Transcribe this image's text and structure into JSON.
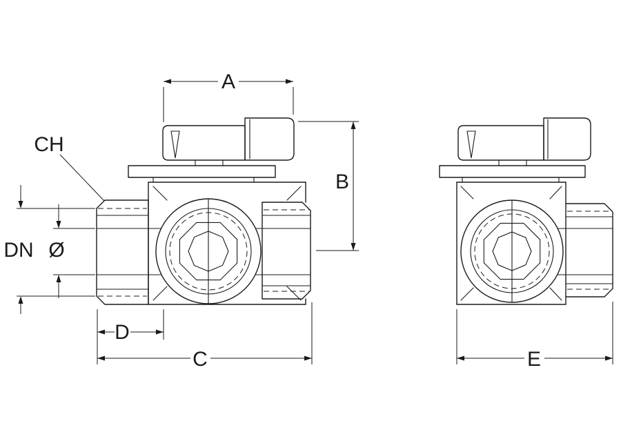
{
  "drawing": {
    "background": "#ffffff",
    "line_color": "#1a1a1a",
    "dimensions": {
      "a": "A",
      "b": "B",
      "c": "C",
      "d": "D",
      "e": "E",
      "ch": "CH",
      "dn": "DN",
      "bore": "Ø"
    }
  }
}
